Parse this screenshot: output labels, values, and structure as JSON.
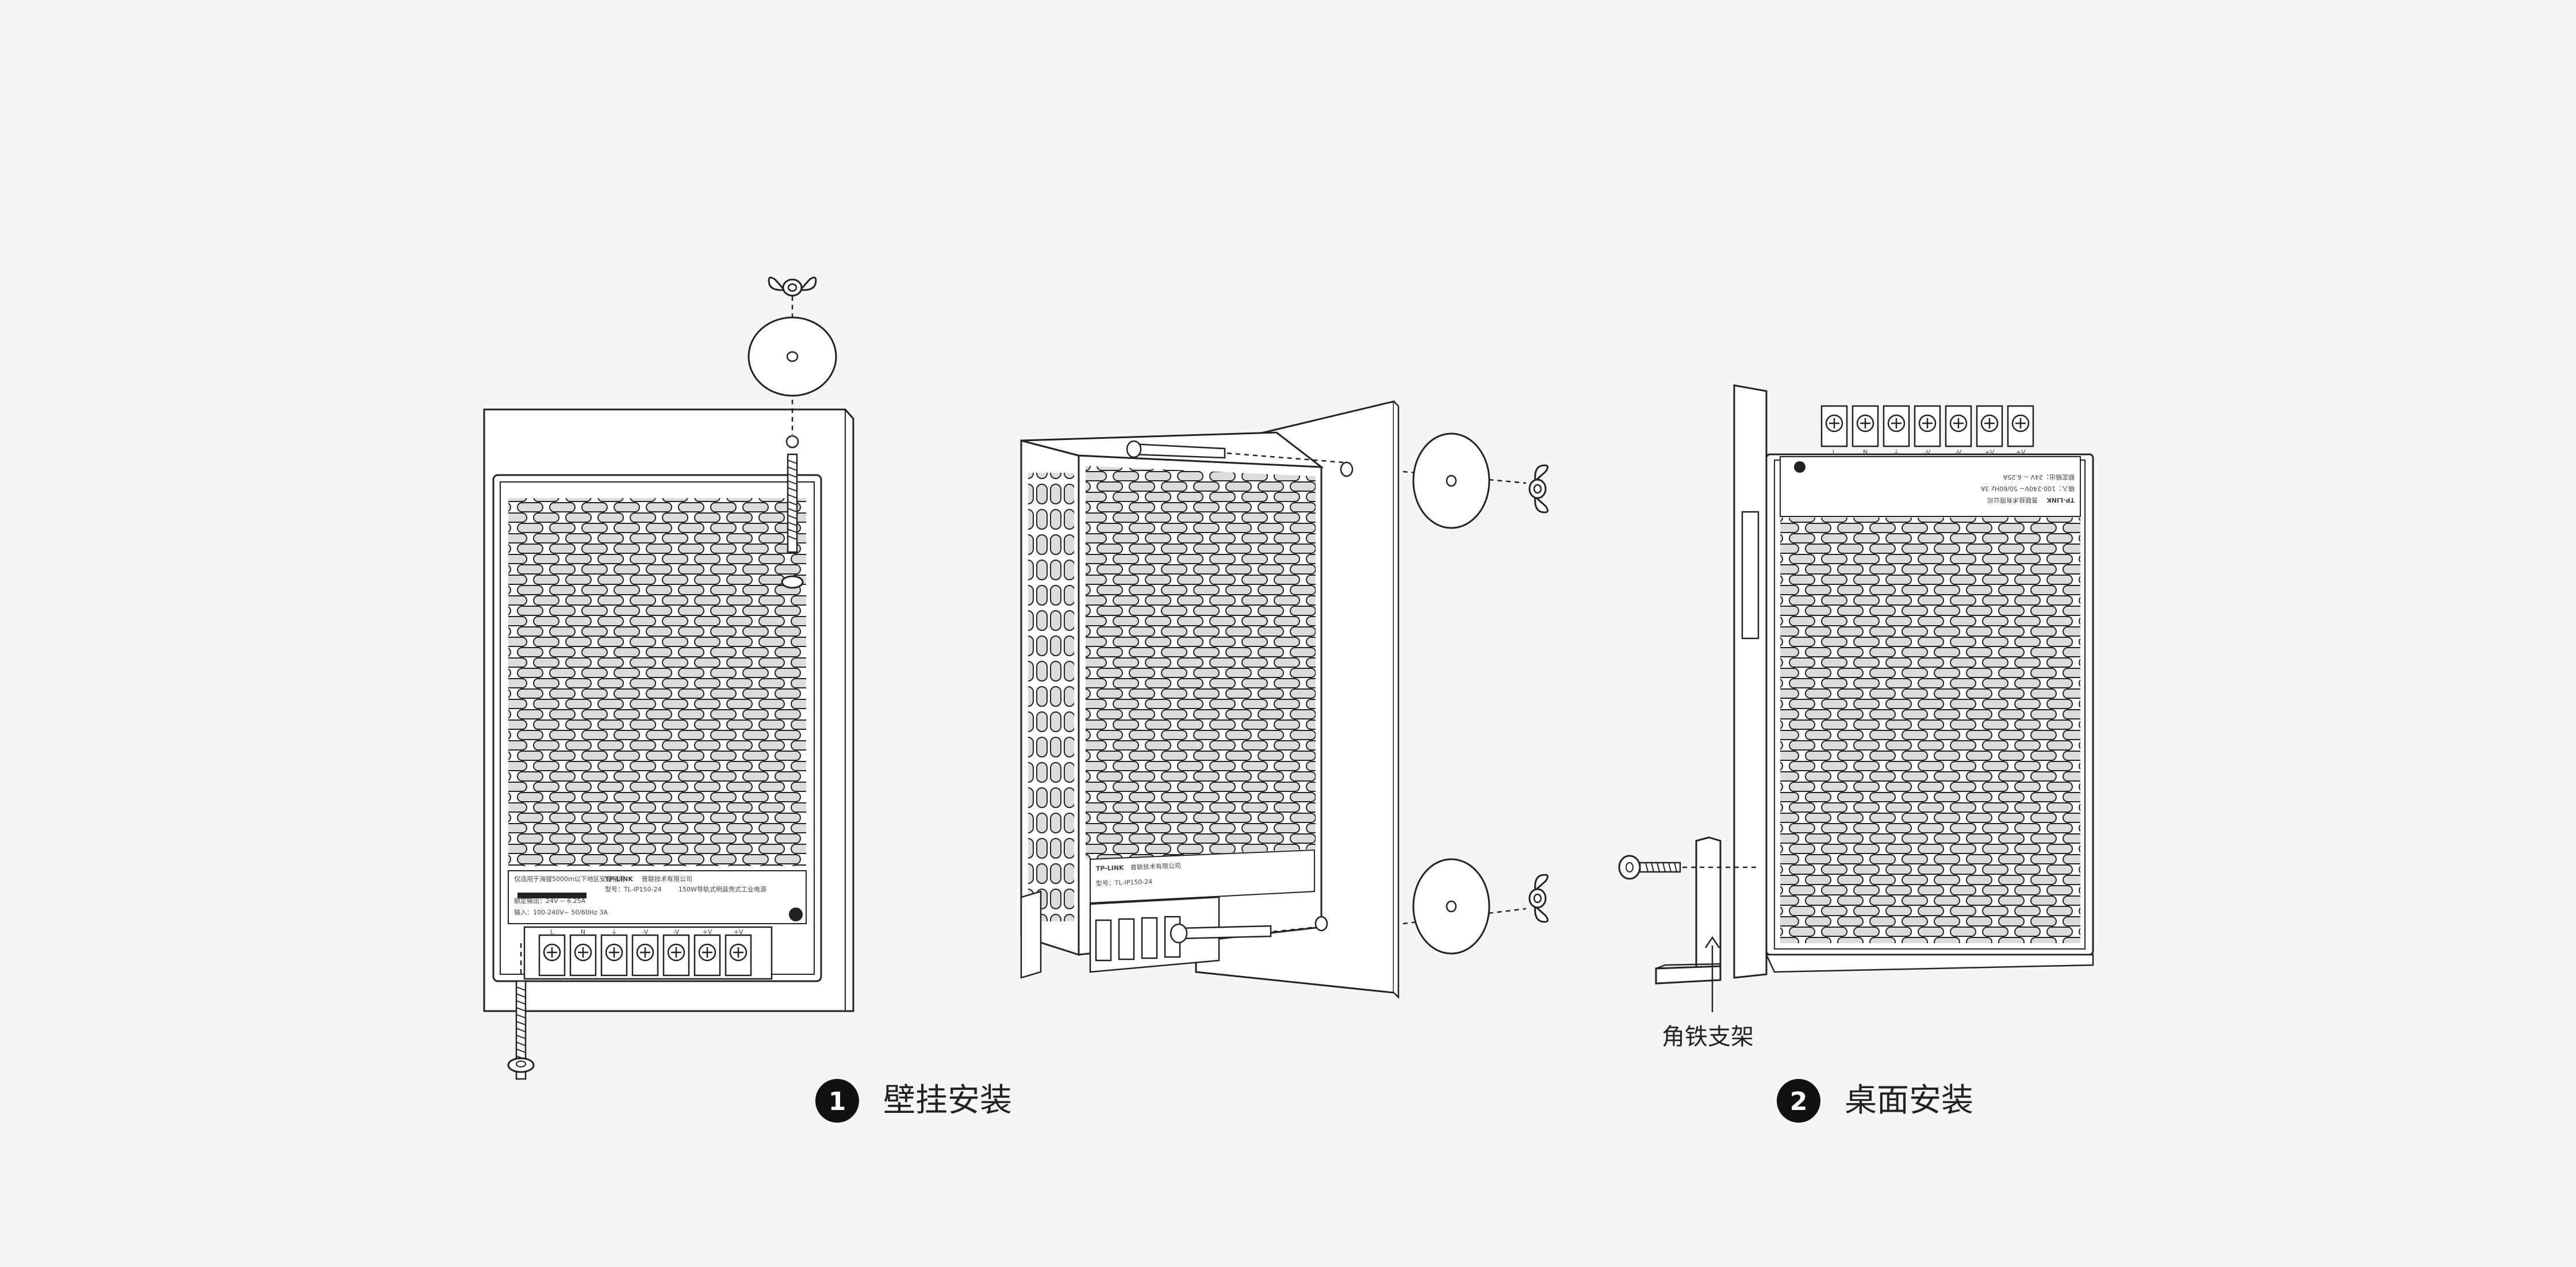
{
  "steps": [
    {
      "number": "1",
      "title": "壁挂安装"
    },
    {
      "number": "2",
      "title": "桌面安装"
    }
  ],
  "callout": {
    "bracket_label": "角铁支架"
  },
  "device_label": {
    "brand": "TP-LINK",
    "company": "普联技术有限公司",
    "model_line": "型号：TL-IP150-24",
    "product_line": "150W导轨式明装壳式工业电源",
    "altitude_note": "仅适用于海拔5000m以下地区安全使用",
    "output_line": "额定输出：24V ⎓ 6.25A",
    "input_line": "输入：100-240V~ 50/60Hz 3A"
  },
  "terminals": [
    "L",
    "N",
    "⏚",
    "-V",
    "-V",
    "+V",
    "+V"
  ],
  "colors": {
    "line": "#222222",
    "slot_fill": "#dcdcdc",
    "background": "#f5f5f5"
  }
}
